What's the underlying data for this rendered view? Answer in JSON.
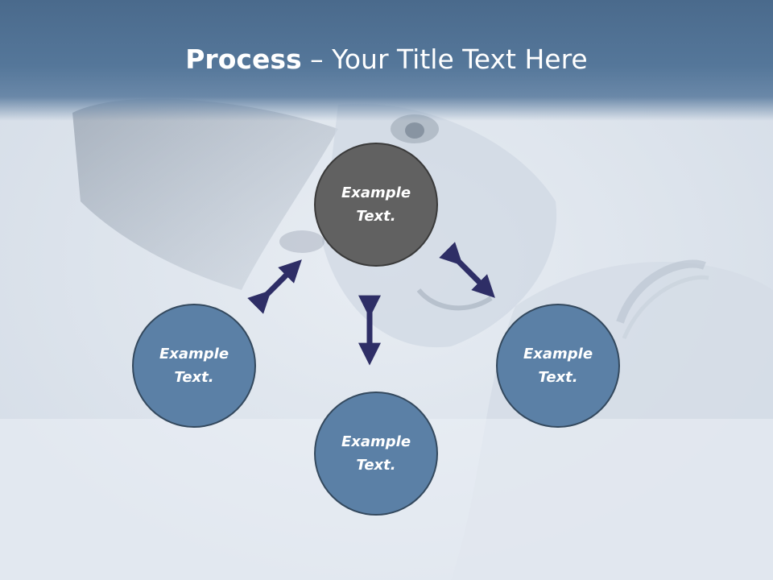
{
  "slide": {
    "title_bold": "Process",
    "title_rest": " – Your Title Text Here"
  },
  "nodes": {
    "top": {
      "line1": "Example",
      "line2": "Text."
    },
    "left": {
      "line1": "Example",
      "line2": "Text."
    },
    "right": {
      "line1": "Example",
      "line2": "Text."
    },
    "bottom": {
      "line1": "Example",
      "line2": "Text."
    }
  },
  "colors": {
    "header": "#55779a",
    "node_blue": "#5b80a6",
    "node_center": "#616161",
    "arrow": "#2e2e66"
  },
  "icons": {
    "arrows": [
      "double-arrow-icon",
      "double-arrow-icon",
      "double-arrow-icon"
    ]
  }
}
